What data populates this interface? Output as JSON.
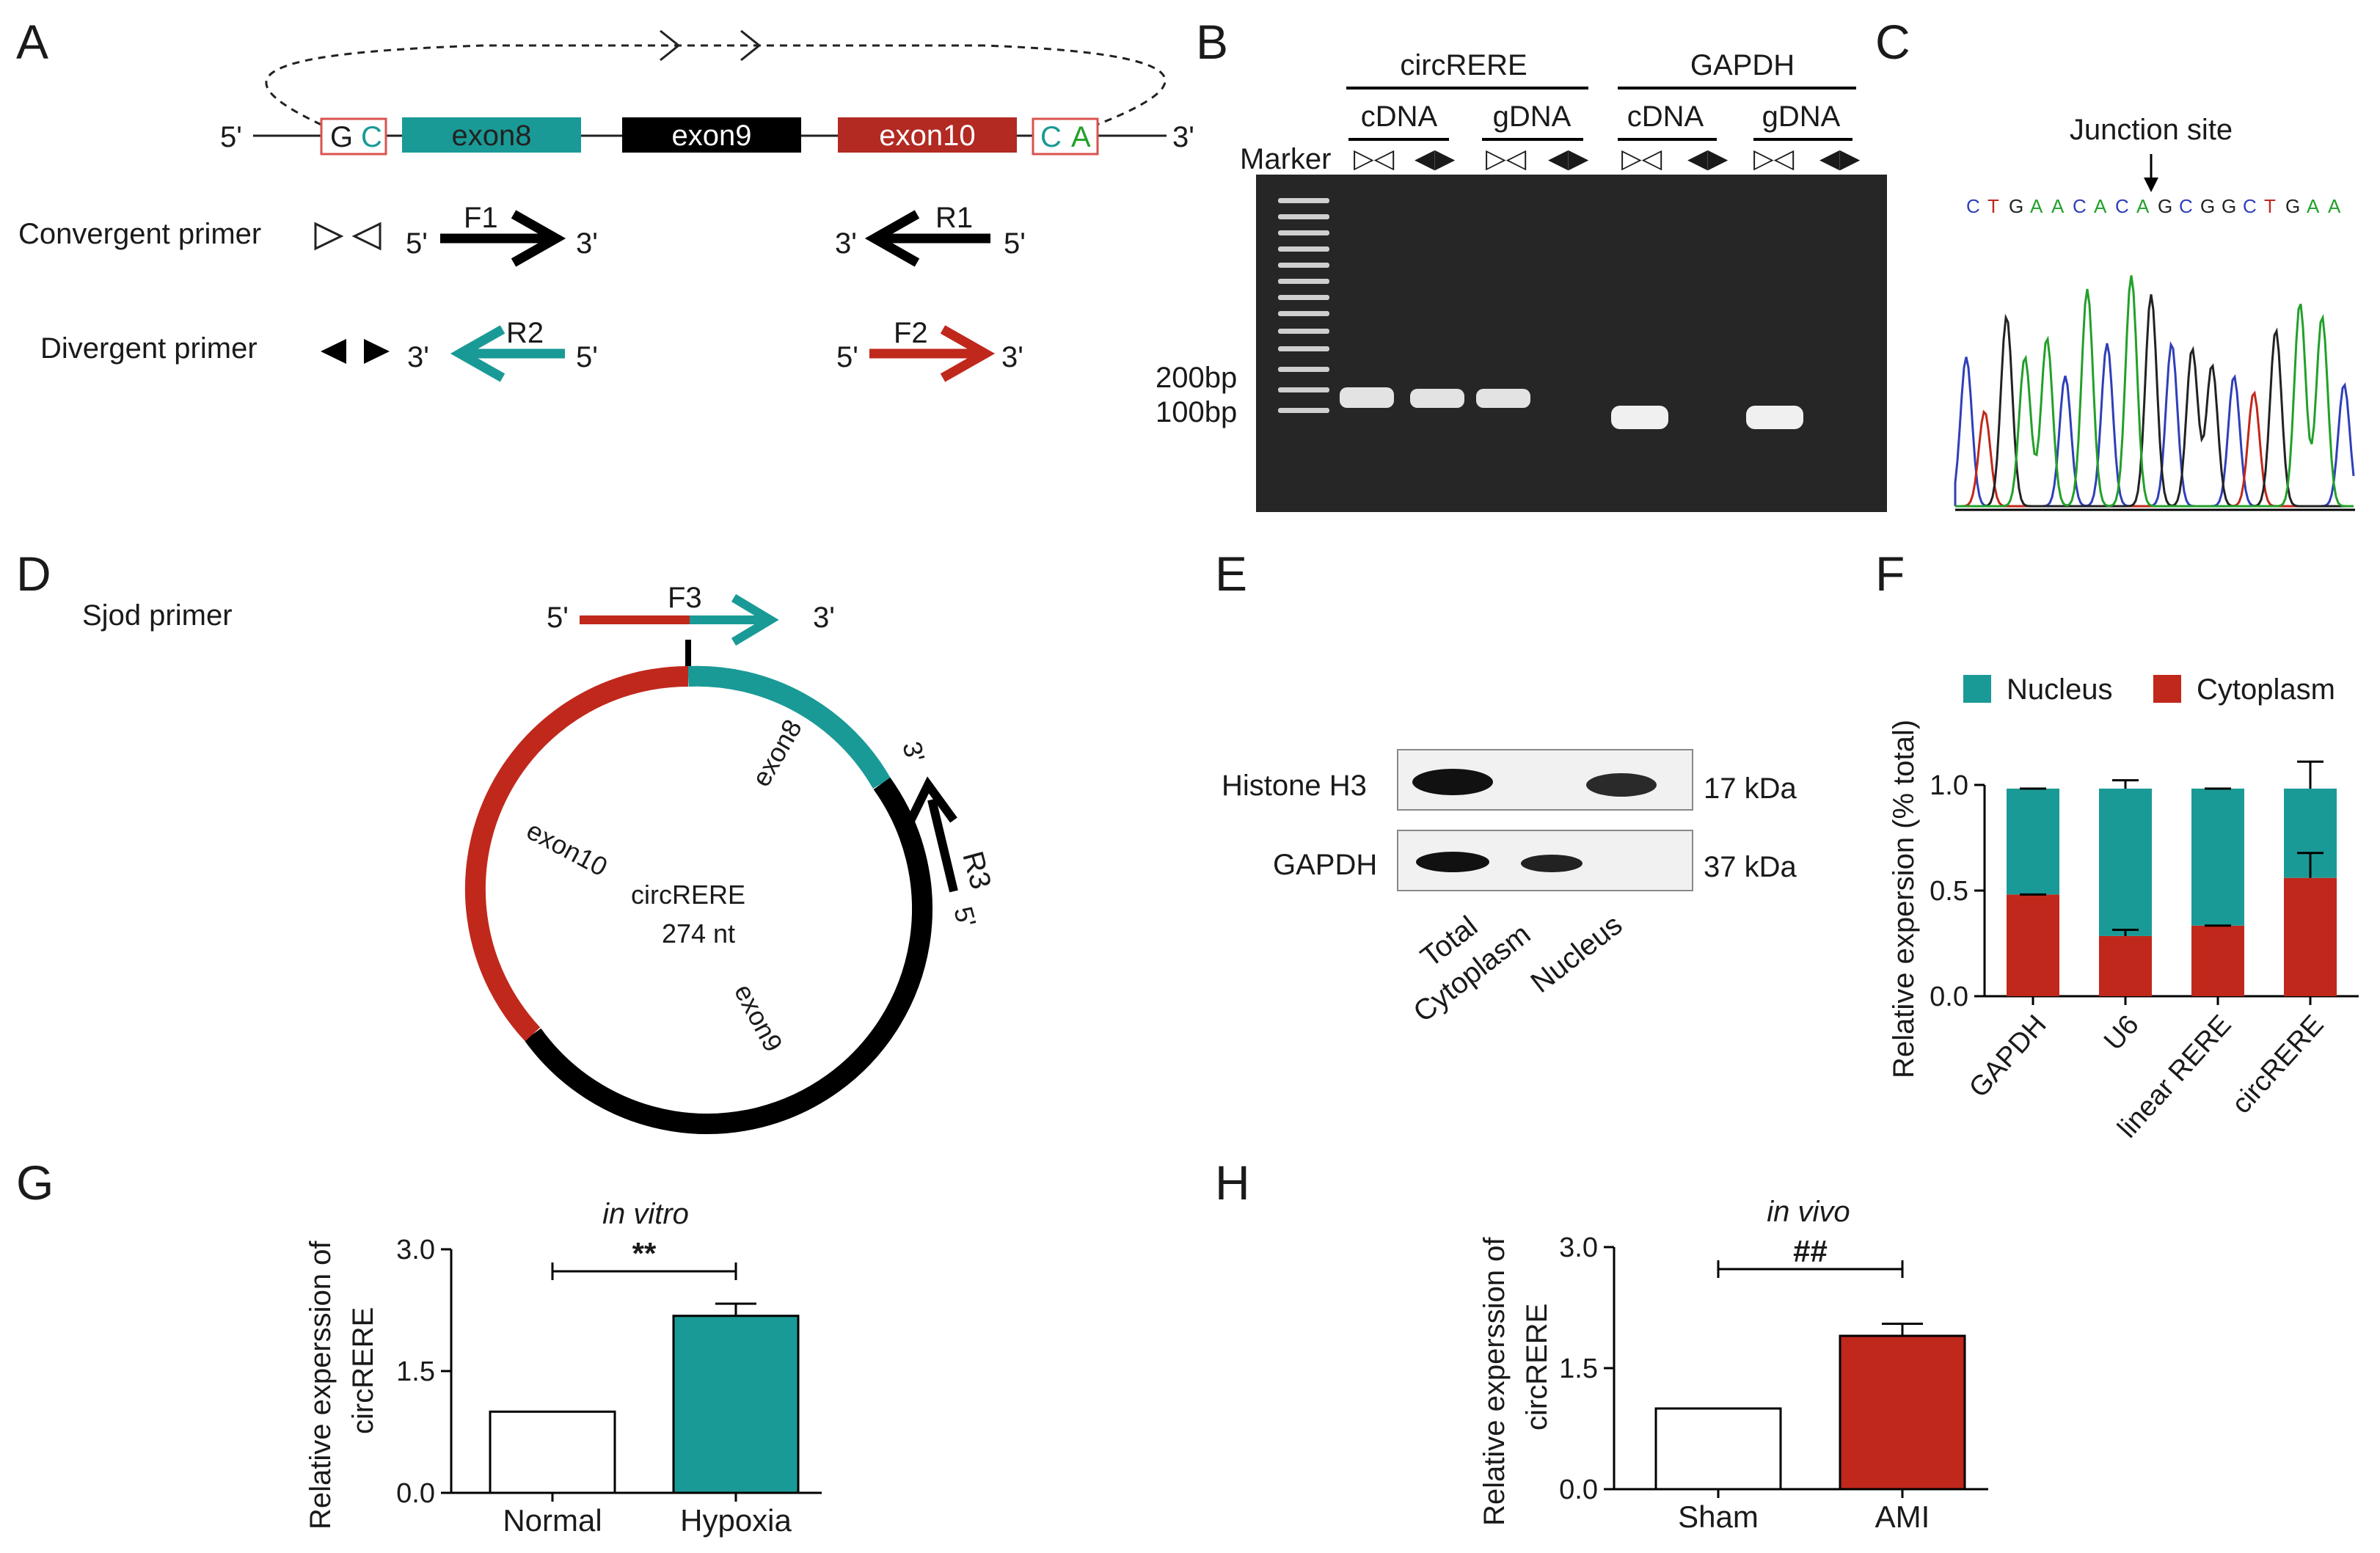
{
  "panels": {
    "A": "A",
    "B": "B",
    "C": "C",
    "D": "D",
    "E": "E",
    "F": "F",
    "G": "G",
    "H": "H"
  },
  "colors": {
    "teal": "#1a9a96",
    "red": "#c0281c",
    "black": "#000000",
    "gel_bg": "#262626",
    "band": "#e9e9e9",
    "blot_bg": "#f1f1f1"
  },
  "panel_a": {
    "end5": "5'",
    "end3": "3'",
    "left_flank_1": "G",
    "left_flank_2": "C",
    "right_flank_1": "C",
    "right_flank_2": "A",
    "exon8": "exon8",
    "exon9": "exon9",
    "exon10": "exon10",
    "convergent_label": "Convergent primer",
    "divergent_label": "Divergent primer",
    "f1": "F1",
    "r1": "R1",
    "r2": "R2",
    "f2": "F2",
    "p5": "5'",
    "p3": "3'"
  },
  "panel_b": {
    "group1": "circRERE",
    "group2": "GAPDH",
    "cdna": "cDNA",
    "gdna": "gDNA",
    "marker": "Marker",
    "conv_sym": "▷◁",
    "div_sym": "◀▶",
    "size_200": "200bp",
    "size_100": "100bp"
  },
  "panel_c": {
    "junction": "Junction site",
    "seq": [
      {
        "b": "C",
        "c": "#2f3fb8"
      },
      {
        "b": "T",
        "c": "#c0281c"
      },
      {
        "b": "G",
        "c": "#222222"
      },
      {
        "b": "A",
        "c": "#22a02a"
      },
      {
        "b": "A",
        "c": "#22a02a"
      },
      {
        "b": "C",
        "c": "#2f3fb8"
      },
      {
        "b": "A",
        "c": "#22a02a"
      },
      {
        "b": "C",
        "c": "#2f3fb8"
      },
      {
        "b": "A",
        "c": "#22a02a"
      },
      {
        "b": "G",
        "c": "#222222"
      },
      {
        "b": "C",
        "c": "#2f3fb8"
      },
      {
        "b": "G",
        "c": "#222222"
      },
      {
        "b": "G",
        "c": "#222222"
      },
      {
        "b": "C",
        "c": "#2f3fb8"
      },
      {
        "b": "T",
        "c": "#c0281c"
      },
      {
        "b": "G",
        "c": "#222222"
      },
      {
        "b": "A",
        "c": "#22a02a"
      },
      {
        "b": "A",
        "c": "#22a02a"
      }
    ]
  },
  "panel_d": {
    "title": "Sjod primer",
    "f3": "F3",
    "r3": "R3",
    "p5": "5'",
    "p3": "3'",
    "exon8": "exon8",
    "exon9": "exon9",
    "exon10": "exon10",
    "circ_name": "circRERE",
    "circ_len": "274 nt"
  },
  "panel_e": {
    "row1": "Histone H3",
    "row2": "GAPDH",
    "kda1": "17 kDa",
    "kda2": "37 kDa",
    "lanes": [
      "Total",
      "Cytoplasm",
      "Nucleus"
    ]
  },
  "chart_data": [
    {
      "id": "F",
      "type": "bar",
      "stacked": true,
      "categories": [
        "GAPDH",
        "U6",
        "linear RERE",
        "circRERE"
      ],
      "series": [
        {
          "name": "Nucleus",
          "color": "#1a9a96",
          "values": [
            0.51,
            0.71,
            0.66,
            0.43
          ],
          "error": [
            0.0,
            0.04,
            0.0,
            0.13
          ]
        },
        {
          "name": "Cytoplasm",
          "color": "#c0281c",
          "values": [
            0.49,
            0.29,
            0.34,
            0.57
          ],
          "error": [
            0.0,
            0.03,
            0.0,
            0.12
          ]
        }
      ],
      "ylabel": "Relative expersion (% total)",
      "ylim": [
        0,
        1.0
      ],
      "yticks": [
        "0.0",
        "0.5",
        "1.0"
      ],
      "legend": "top"
    },
    {
      "id": "G",
      "type": "bar",
      "title": "in vitro",
      "categories": [
        "Normal",
        "Hypoxia"
      ],
      "values": [
        1.0,
        2.18
      ],
      "errors": [
        0,
        0.15
      ],
      "colors": [
        "#ffffff",
        "#1a9a96"
      ],
      "ylabel_line1": "Relative experssion of",
      "ylabel_line2": "circRERE",
      "ylim": [
        0,
        3.0
      ],
      "yticks": [
        "0.0",
        "1.5",
        "3.0"
      ],
      "significance": "**"
    },
    {
      "id": "H",
      "type": "bar",
      "title": "in vivo",
      "categories": [
        "Sham",
        "AMI"
      ],
      "values": [
        1.0,
        1.9
      ],
      "errors": [
        0,
        0.15
      ],
      "colors": [
        "#ffffff",
        "#c0281c"
      ],
      "ylabel_line1": "Relative experssion of",
      "ylabel_line2": "circRERE",
      "ylim": [
        0,
        3.0
      ],
      "yticks": [
        "0.0",
        "1.5",
        "3.0"
      ],
      "significance": "##"
    }
  ]
}
